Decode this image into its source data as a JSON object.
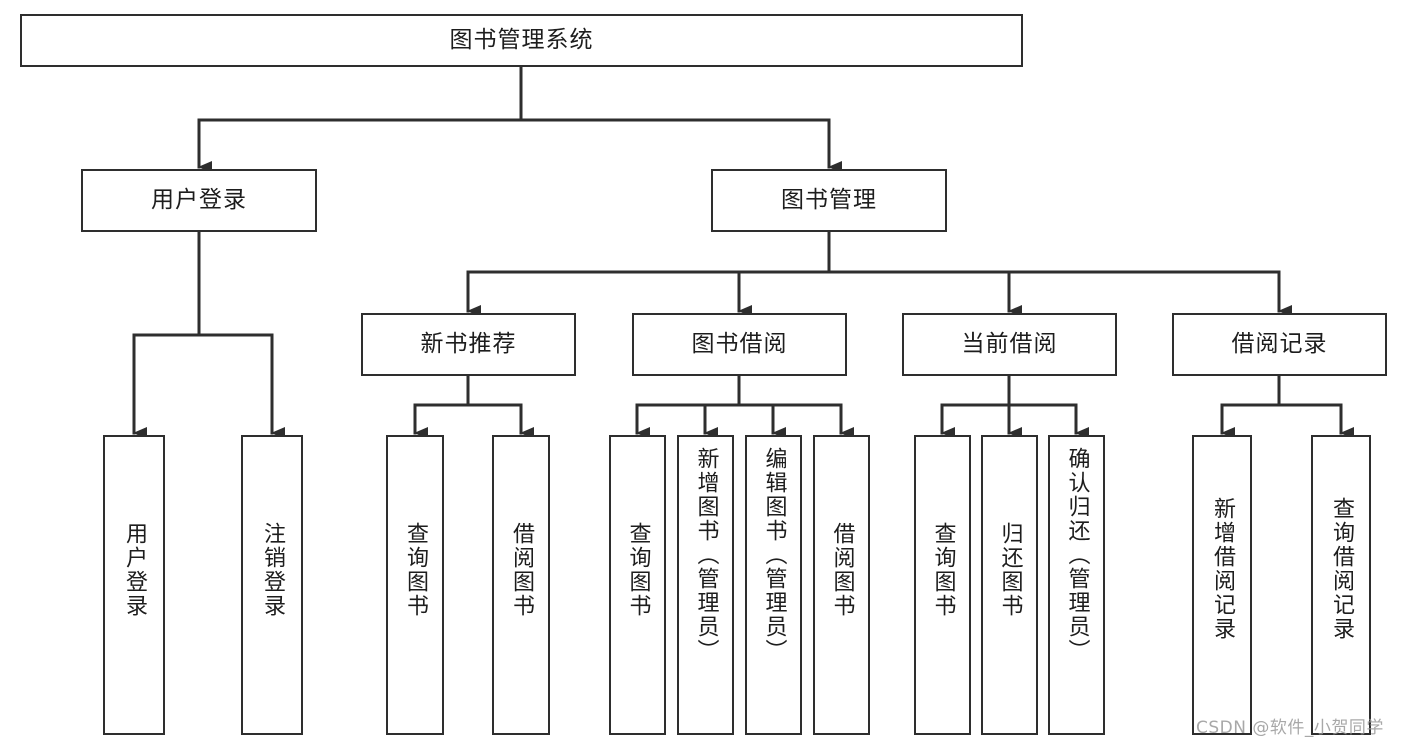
{
  "diagram": {
    "title_text": "图书管理系统",
    "line_color": "#2e2e2e",
    "box_border_color": "#2e2e2e",
    "box_fill_color": "#ffffff",
    "text_color": "#1d1d1d",
    "background_color": "#ffffff"
  },
  "root": {
    "label": "图书管理系统"
  },
  "level2": [
    {
      "label": "用户登录"
    },
    {
      "label": "图书管理"
    }
  ],
  "level3": [
    {
      "label": "新书推荐"
    },
    {
      "label": "图书借阅"
    },
    {
      "label": "当前借阅"
    },
    {
      "label": "借阅记录"
    }
  ],
  "leaves": {
    "user_login": [
      {
        "label": "用户登录"
      },
      {
        "label": "注销登录"
      }
    ],
    "new_book_recommend": [
      {
        "label": "查询图书"
      },
      {
        "label": "借阅图书"
      }
    ],
    "book_borrow": [
      {
        "label": "查询图书"
      },
      {
        "label": "新增图书（管理员）"
      },
      {
        "label": "编辑图书（管理员）"
      },
      {
        "label": "借阅图书"
      }
    ],
    "current_borrow": [
      {
        "label": "查询图书"
      },
      {
        "label": "归还图书"
      },
      {
        "label": "确认归还（管理员）"
      }
    ],
    "borrow_record": [
      {
        "label": "新增借阅记录"
      },
      {
        "label": "查询借阅记录"
      }
    ]
  },
  "watermark": {
    "text": "CSDN @软件_小贺同学"
  }
}
